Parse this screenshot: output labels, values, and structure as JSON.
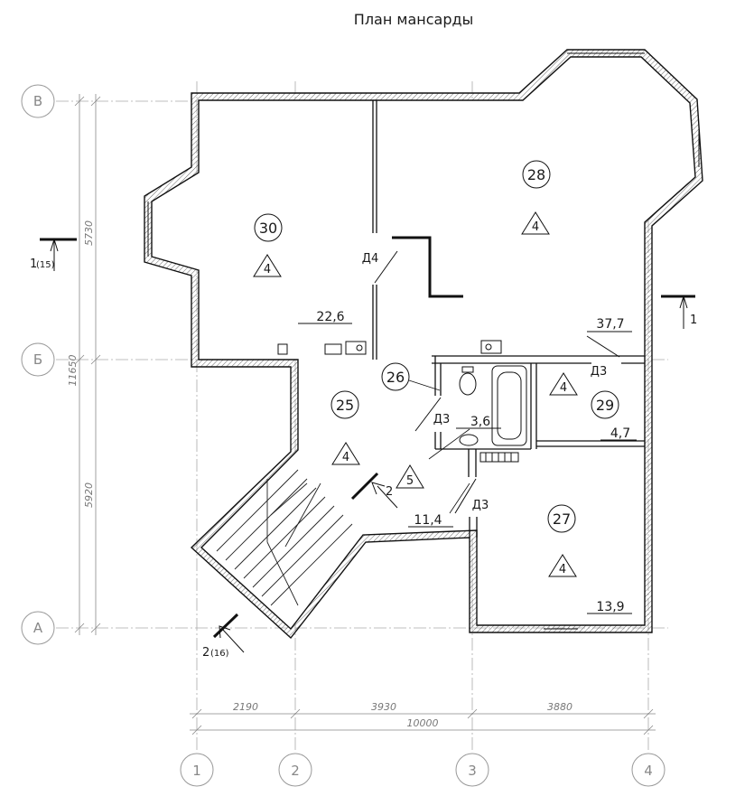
{
  "title": "План мансарды",
  "axes": {
    "rows": [
      "В",
      "Б",
      "А"
    ],
    "cols": [
      "1",
      "2",
      "3",
      "4"
    ]
  },
  "dimensions": {
    "bottom": [
      "2190",
      "3930",
      "3880"
    ],
    "bottom_total": "10000",
    "left": [
      "5730",
      "5920"
    ],
    "left_total": "11650"
  },
  "rooms": [
    {
      "num": "30",
      "tri": "4",
      "area": "22,6"
    },
    {
      "num": "28",
      "tri": "4",
      "area": "37,7"
    },
    {
      "num": "26",
      "tri": "5",
      "area": "3,6"
    },
    {
      "num": "25",
      "tri": "4",
      "area": "11,4"
    },
    {
      "num": "29",
      "tri": "4",
      "area": "4,7"
    },
    {
      "num": "27",
      "tri": "4",
      "area": "13,9"
    }
  ],
  "doors": [
    "Д4",
    "Д3",
    "Д3",
    "Д3"
  ],
  "sections": {
    "s1_left": "1",
    "s1_left_ref": "(15)",
    "s1_right": "1",
    "s2_mid": "2",
    "s2_bottom": "2",
    "s2_bottom_ref": "(16)"
  }
}
